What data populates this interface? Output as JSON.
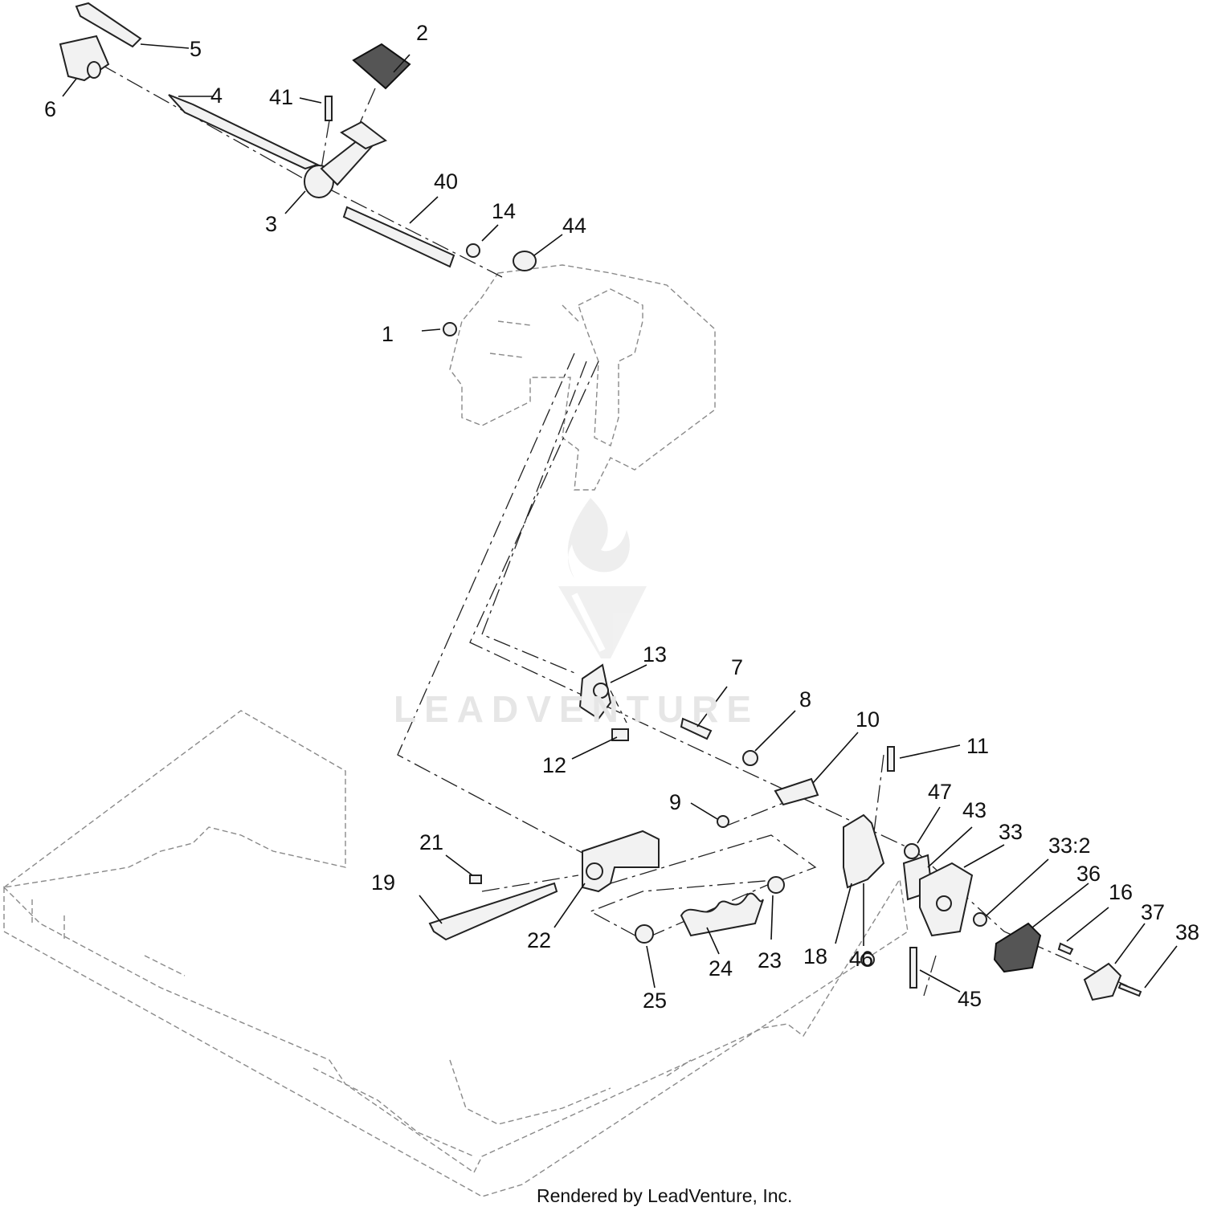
{
  "callouts": [
    {
      "label": "1"
    },
    {
      "label": "2"
    },
    {
      "label": "3"
    },
    {
      "label": "4"
    },
    {
      "label": "5"
    },
    {
      "label": "6"
    },
    {
      "label": "7"
    },
    {
      "label": "8"
    },
    {
      "label": "9"
    },
    {
      "label": "10"
    },
    {
      "label": "11"
    },
    {
      "label": "12"
    },
    {
      "label": "13"
    },
    {
      "label": "14"
    },
    {
      "label": "16"
    },
    {
      "label": "18"
    },
    {
      "label": "19"
    },
    {
      "label": "21"
    },
    {
      "label": "22"
    },
    {
      "label": "23"
    },
    {
      "label": "24"
    },
    {
      "label": "25"
    },
    {
      "label": "33"
    },
    {
      "label": "33:2"
    },
    {
      "label": "36"
    },
    {
      "label": "37"
    },
    {
      "label": "38"
    },
    {
      "label": "40"
    },
    {
      "label": "41"
    },
    {
      "label": "43"
    },
    {
      "label": "44"
    },
    {
      "label": "45"
    },
    {
      "label": "46"
    },
    {
      "label": "47"
    }
  ],
  "footer": "Rendered by LeadVenture, Inc.",
  "watermark": {
    "text": "LEADVENTURE",
    "icon": "flame-logo-icon"
  }
}
